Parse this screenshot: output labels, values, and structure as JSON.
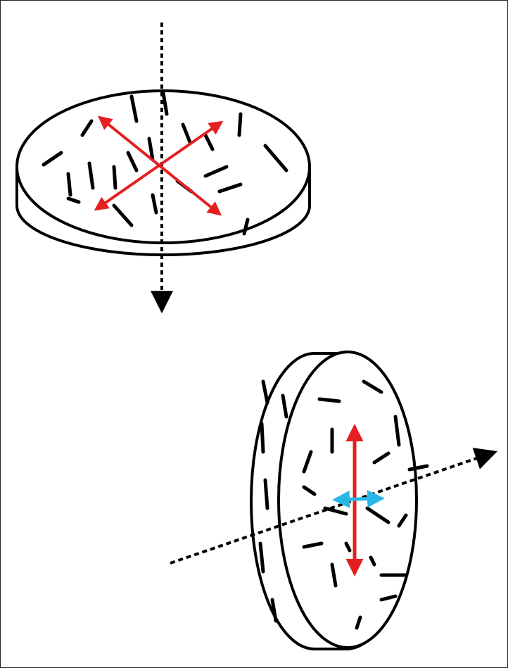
{
  "diagram": {
    "colors": {
      "outline": "#000000",
      "red_arrows": "#e51f1f",
      "cyan_arrow": "#29b6e6",
      "background": "#ffffff"
    },
    "disks": [
      {
        "name": "horizontal-disk",
        "red_arrows": [
          "diagonal-arrow-1",
          "diagonal-arrow-2"
        ],
        "axis": "vertical-dotted-axis"
      },
      {
        "name": "tilted-disk",
        "red_arrows": [
          "vertical-arrow"
        ],
        "cyan_arrows": [
          "horizontal-cyan-arrow"
        ],
        "axis": "diagonal-dotted-axis"
      }
    ]
  }
}
